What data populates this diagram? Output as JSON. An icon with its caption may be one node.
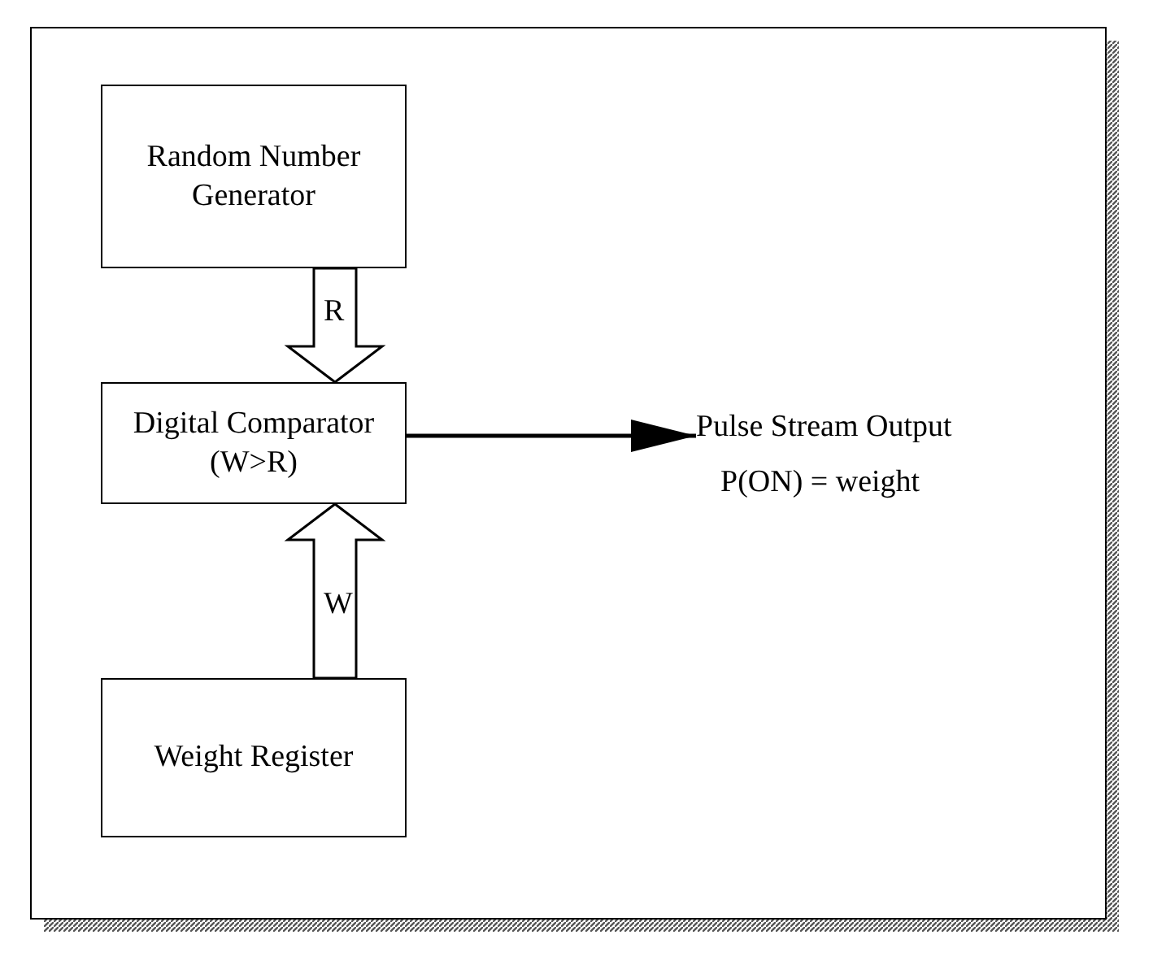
{
  "diagram": {
    "nodes": [
      {
        "text": [
          "Random Number Generator"
        ]
      },
      {
        "text": [
          "Digital Comparator (W>R)"
        ]
      },
      {
        "text": [
          "Weight Register"
        ]
      },
      {
        "text": [
          "Pulse Stream Output",
          "P(ON) = weight"
        ]
      }
    ],
    "edges": [
      {
        "from": 0,
        "to": 1,
        "arrow": "to",
        "label": "R",
        "style": "thick"
      },
      {
        "from": 2,
        "to": 1,
        "arrow": "to",
        "label": "W",
        "style": "thick"
      },
      {
        "from": 1,
        "to": 3,
        "arrow": "to"
      }
    ]
  }
}
